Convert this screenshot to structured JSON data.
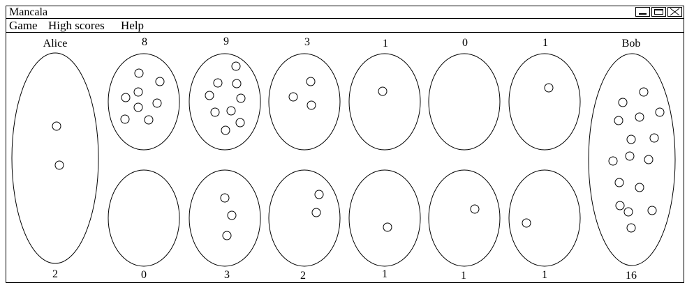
{
  "window": {
    "title": "Mancala"
  },
  "window_controls": [
    "minimize-icon",
    "maximize-icon",
    "close-icon"
  ],
  "menu": [
    "Game",
    "High scores",
    "Help"
  ],
  "players": {
    "left": "Alice",
    "right": "Bob"
  },
  "stores": {
    "left_count": "2",
    "right_count": "16"
  },
  "top_pit_counts": [
    "8",
    "9",
    "3",
    "1",
    "0",
    "1"
  ],
  "bottom_pit_counts": [
    "0",
    "3",
    "2",
    "1",
    "1",
    "1"
  ]
}
